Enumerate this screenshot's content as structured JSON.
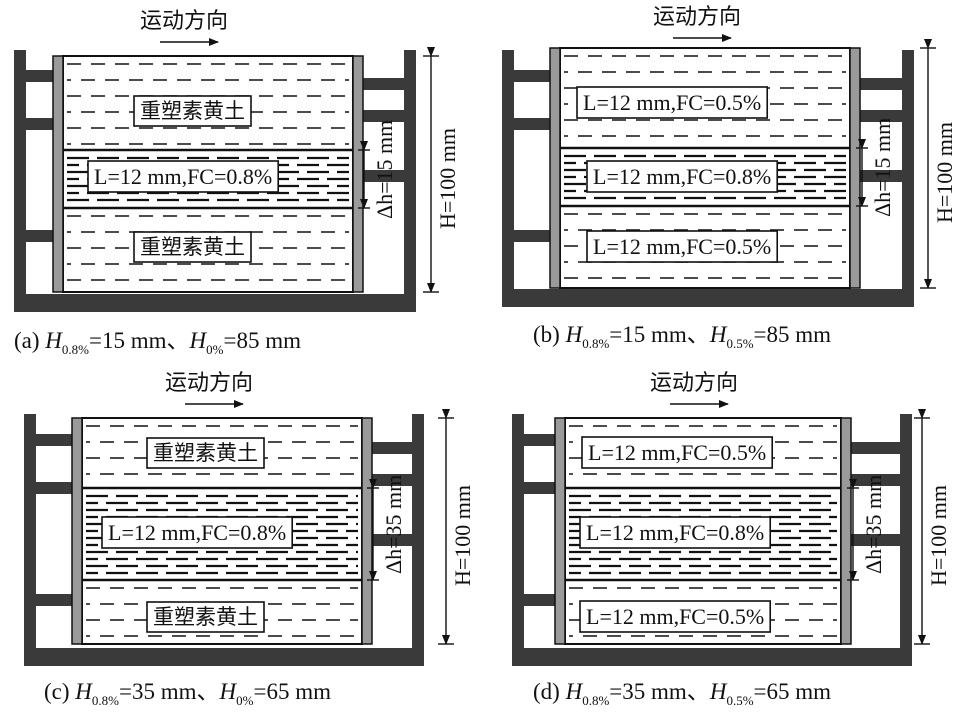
{
  "colors": {
    "frame": "#3a3a3a",
    "plate": "#9a9a9a",
    "line": "#111111",
    "box": "#ffffff"
  },
  "panels": [
    {
      "id": "a",
      "direction_label": "运动方向",
      "total_height_label": "H=100 mm",
      "shear_zone_label": "Δh=15 mm",
      "layers": [
        {
          "label": "重塑素黄土",
          "fc": 0.0
        },
        {
          "label": "L=12 mm,FC=0.8%",
          "fc": 0.8
        },
        {
          "label": "重塑素黄土",
          "fc": 0.0
        }
      ],
      "caption": {
        "prefix": "(a) ",
        "h1": "H",
        "s1": "0.8%",
        "v1": "=15 mm、",
        "h2": "H",
        "s2": "0%",
        "v2": "=85 mm"
      }
    },
    {
      "id": "b",
      "direction_label": "运动方向",
      "total_height_label": "H=100 mm",
      "shear_zone_label": "Δh=15 mm",
      "layers": [
        {
          "label": "L=12 mm,FC=0.5%",
          "fc": 0.5
        },
        {
          "label": "L=12 mm,FC=0.8%",
          "fc": 0.8
        },
        {
          "label": "L=12 mm,FC=0.5%",
          "fc": 0.5
        }
      ],
      "caption": {
        "prefix": "(b) ",
        "h1": "H",
        "s1": "0.8%",
        "v1": "=15 mm、",
        "h2": "H",
        "s2": "0.5%",
        "v2": "=85 mm"
      }
    },
    {
      "id": "c",
      "direction_label": "运动方向",
      "total_height_label": "H=100 mm",
      "shear_zone_label": "Δh=35 mm",
      "layers": [
        {
          "label": "重塑素黄土",
          "fc": 0.0
        },
        {
          "label": "L=12 mm,FC=0.8%",
          "fc": 0.8
        },
        {
          "label": "重塑素黄土",
          "fc": 0.0
        }
      ],
      "caption": {
        "prefix": "(c) ",
        "h1": "H",
        "s1": "0.8%",
        "v1": "=35 mm、",
        "h2": "H",
        "s2": "0%",
        "v2": "=65 mm"
      }
    },
    {
      "id": "d",
      "direction_label": "运动方向",
      "total_height_label": "H=100 mm",
      "shear_zone_label": "Δh=35 mm",
      "layers": [
        {
          "label": "L=12 mm,FC=0.5%",
          "fc": 0.5
        },
        {
          "label": "L=12 mm,FC=0.8%",
          "fc": 0.8
        },
        {
          "label": "L=12 mm,FC=0.5%",
          "fc": 0.5
        }
      ],
      "caption": {
        "prefix": "(d) ",
        "h1": "H",
        "s1": "0.8%",
        "v1": "=35 mm、",
        "h2": "H",
        "s2": "0.5%",
        "v2": "=65 mm"
      }
    }
  ]
}
